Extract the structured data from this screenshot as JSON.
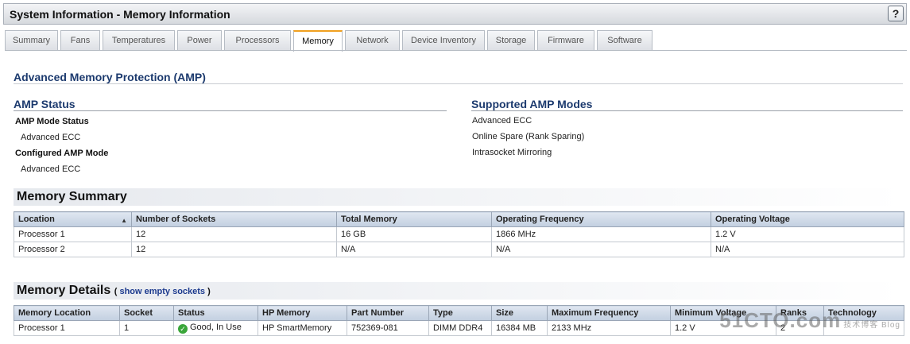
{
  "window": {
    "title": "System Information - Memory Information",
    "help_label": "?"
  },
  "tabs": [
    {
      "label": "Summary",
      "active": false
    },
    {
      "label": "Fans",
      "active": false
    },
    {
      "label": "Temperatures",
      "active": false
    },
    {
      "label": "Power",
      "active": false
    },
    {
      "label": "Processors",
      "active": false
    },
    {
      "label": "Memory",
      "active": true
    },
    {
      "label": "Network",
      "active": false
    },
    {
      "label": "Device Inventory",
      "active": false
    },
    {
      "label": "Storage",
      "active": false
    },
    {
      "label": "Firmware",
      "active": false
    },
    {
      "label": "Software",
      "active": false
    }
  ],
  "amp": {
    "heading": "Advanced Memory Protection (AMP)",
    "status": {
      "heading": "AMP Status",
      "mode_status_label": "AMP Mode Status",
      "mode_status_value": "Advanced ECC",
      "configured_label": "Configured AMP Mode",
      "configured_value": "Advanced ECC"
    },
    "supported": {
      "heading": "Supported AMP Modes",
      "modes": [
        "Advanced ECC",
        "Online Spare (Rank Sparing)",
        "Intrasocket Mirroring"
      ]
    }
  },
  "memory_summary": {
    "heading": "Memory Summary",
    "columns": [
      "Location",
      "Number of Sockets",
      "Total Memory",
      "Operating Frequency",
      "Operating Voltage"
    ],
    "rows": [
      [
        "Processor 1",
        "12",
        "16 GB",
        "1866 MHz",
        "1.2 V"
      ],
      [
        "Processor 2",
        "12",
        "N/A",
        "N/A",
        "N/A"
      ]
    ]
  },
  "memory_details": {
    "heading": "Memory Details",
    "link_open": "( ",
    "link_text": "show empty sockets",
    "link_close": " )",
    "columns": [
      "Memory Location",
      "Socket",
      "Status",
      "HP Memory",
      "Part Number",
      "Type",
      "Size",
      "Maximum Frequency",
      "Minimum Voltage",
      "Ranks",
      "Technology"
    ],
    "rows": [
      [
        "Processor 1",
        "1",
        "Good, In Use",
        "HP SmartMemory",
        "752369-081",
        "DIMM DDR4",
        "16384 MB",
        "2133 MHz",
        "1.2 V",
        "2",
        ""
      ]
    ]
  },
  "watermark": {
    "text": "51CTO.com",
    "sub": "技术博客  Blog"
  }
}
